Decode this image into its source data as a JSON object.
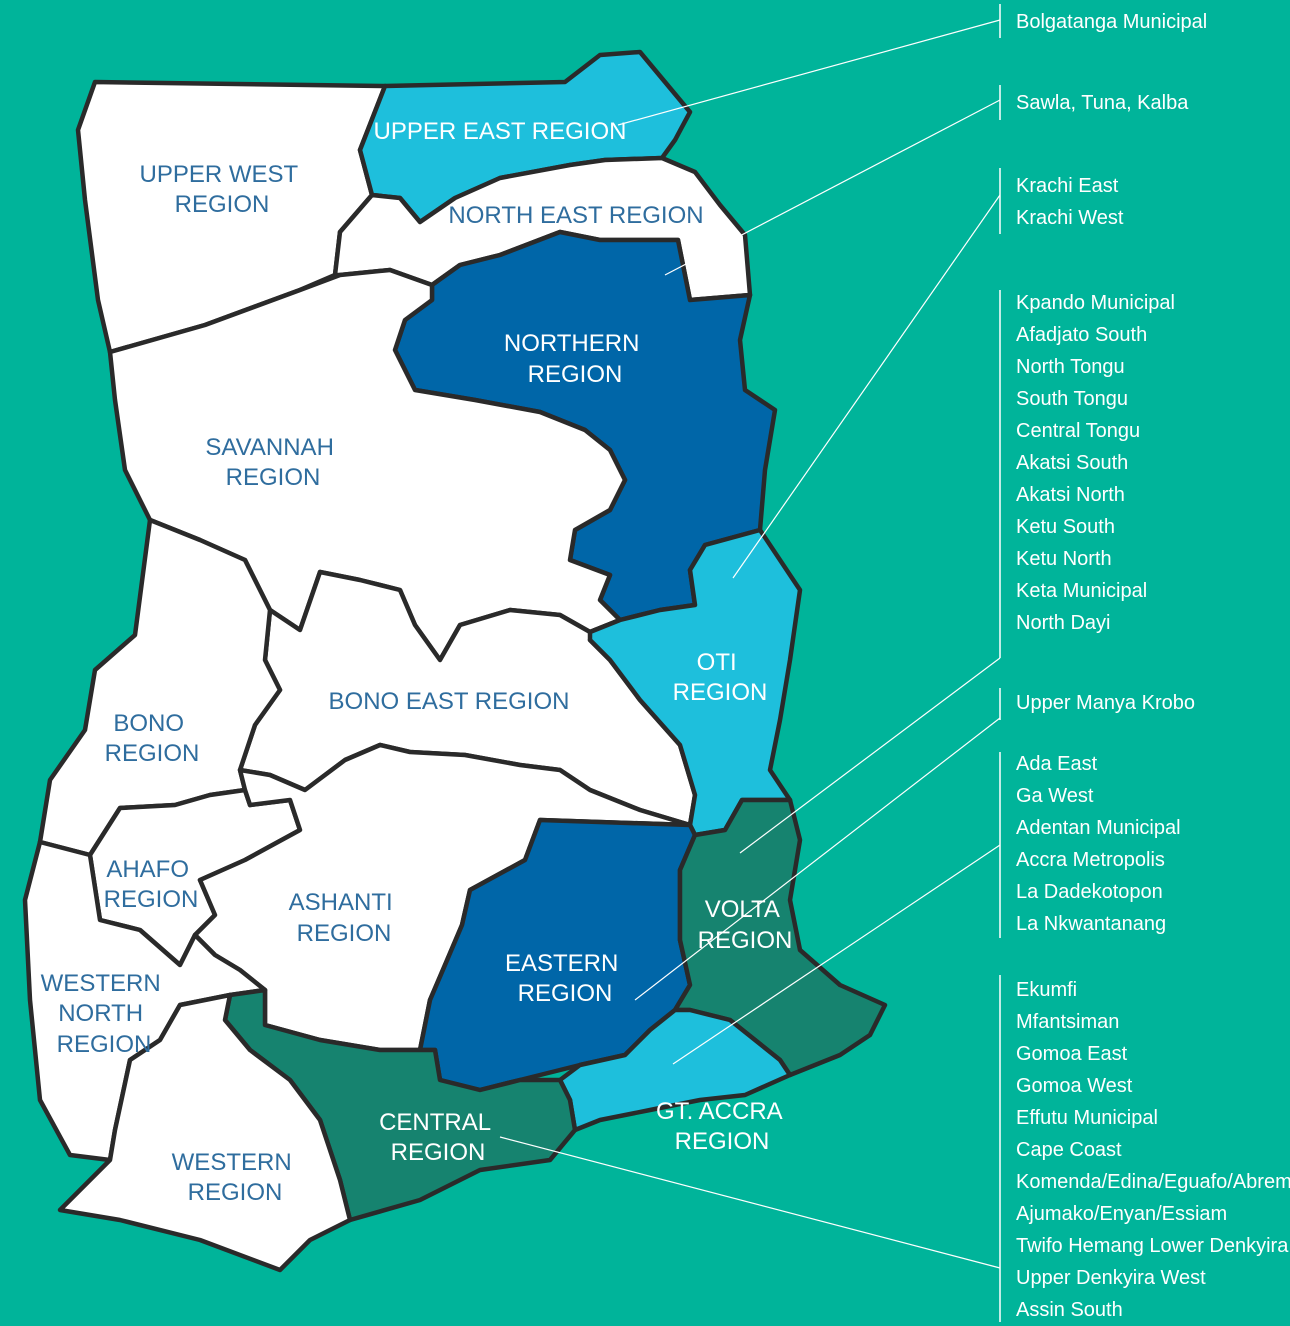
{
  "colors": {
    "background": "#00b49a",
    "region_default": "#ffffff",
    "region_light_blue": "#1ebfdc",
    "region_dark_blue": "#0066a8",
    "region_dark_teal": "#16836f",
    "label_dark": "#2f6d9e",
    "label_light": "#ffffff"
  },
  "regions": {
    "upper_west": [
      "UPPER WEST",
      "REGION"
    ],
    "upper_east": [
      "UPPER EAST REGION"
    ],
    "north_east": [
      "NORTH EAST REGION"
    ],
    "northern": [
      "NORTHERN",
      "REGION"
    ],
    "savannah": [
      "SAVANNAH",
      "REGION"
    ],
    "bono_east": [
      "BONO EAST REGION"
    ],
    "oti": [
      "OTI",
      "REGION"
    ],
    "bono": [
      "BONO",
      "REGION"
    ],
    "ahafo": [
      "AHAFO",
      "REGION"
    ],
    "ashanti": [
      "ASHANTI",
      "REGION"
    ],
    "eastern": [
      "EASTERN",
      "REGION"
    ],
    "volta": [
      "VOLTA",
      "REGION"
    ],
    "western_north": [
      "WESTERN",
      "NORTH",
      "REGION"
    ],
    "central": [
      "CENTRAL",
      "REGION"
    ],
    "gt_accra": [
      "GT. ACCRA",
      "REGION"
    ],
    "western": [
      "WESTERN",
      "REGION"
    ]
  },
  "districts": {
    "upper_east": [
      "Bolgatanga Municipal"
    ],
    "north_east": [
      "Sawla, Tuna, Kalba"
    ],
    "oti": [
      "Krachi East",
      "Krachi West"
    ],
    "volta": [
      "Kpando Municipal",
      "Afadjato South",
      "North Tongu",
      "South Tongu",
      "Central Tongu",
      "Akatsi South",
      "Akatsi North",
      "Ketu South",
      "Ketu North",
      "Keta Municipal",
      "North Dayi"
    ],
    "eastern": [
      "Upper Manya Krobo"
    ],
    "gt_accra": [
      "Ada East",
      "Ga West",
      "Adentan Municipal",
      "Accra Metropolis",
      "La Dadekotopon",
      "La Nkwantanang"
    ],
    "central": [
      "Ekumfi",
      "Mfantsiman",
      "Gomoa East",
      "Gomoa West",
      "Effutu Municipal",
      "Cape Coast",
      "Komenda/Edina/Eguafo/Abrem",
      "Ajumako/Enyan/Essiam",
      "Twifo Hemang Lower Denkyira",
      "Upper Denkyira West",
      "Assin South"
    ]
  }
}
